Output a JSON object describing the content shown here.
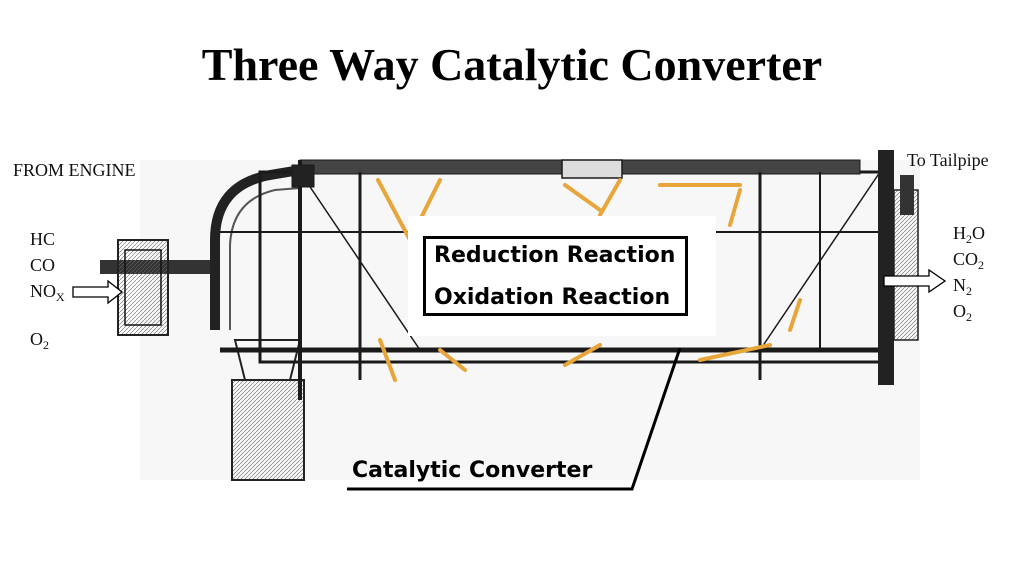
{
  "title": "Three Way Catalytic Converter",
  "inlet": {
    "label": "FROM ENGINE",
    "gases": [
      {
        "main": "HC",
        "sub": ""
      },
      {
        "main": "CO",
        "sub": ""
      },
      {
        "main": "NO",
        "sub": "X"
      },
      {
        "main": "O",
        "sub": "2"
      }
    ]
  },
  "outlet": {
    "label": "To Tailpipe",
    "gases": [
      {
        "main": "H",
        "sub": "2",
        "tail": "O"
      },
      {
        "main": "CO",
        "sub": "2",
        "tail": ""
      },
      {
        "main": "N",
        "sub": "2",
        "tail": ""
      },
      {
        "main": "O",
        "sub": "2",
        "tail": ""
      }
    ]
  },
  "reactions": {
    "reduction": "Reduction Reaction",
    "oxidation": "Oxidation Reaction"
  },
  "component_label": "Catalytic Converter",
  "colors": {
    "catalyst_accent": "#e8a53a",
    "line": "#1a1a1a"
  }
}
